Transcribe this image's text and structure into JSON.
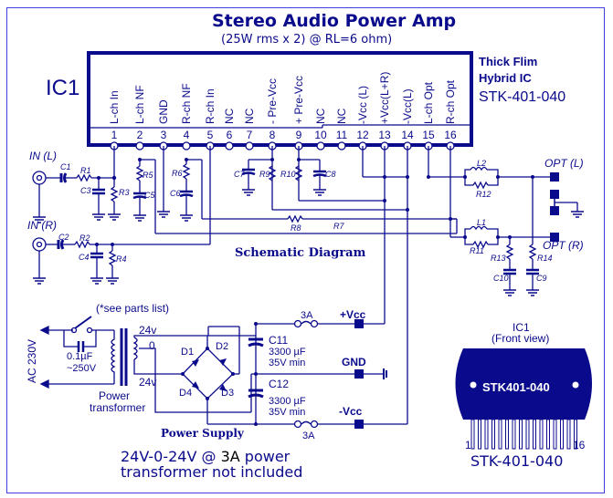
{
  "header": {
    "title": "Stereo Audio Power Amp",
    "subtitle": "(25W rms x 2) @ RL=6 ohm)"
  },
  "ic": {
    "label": "IC1",
    "description_line1": "Thick Flim",
    "description_line2": "Hybrid IC",
    "part_number": "STK-401-040",
    "pins": [
      {
        "num": "1",
        "name": "L-ch In"
      },
      {
        "num": "2",
        "name": "L-ch NF"
      },
      {
        "num": "3",
        "name": "GND"
      },
      {
        "num": "4",
        "name": "R-ch NF"
      },
      {
        "num": "5",
        "name": "R-ch In"
      },
      {
        "num": "6",
        "name": "NC"
      },
      {
        "num": "7",
        "name": "NC"
      },
      {
        "num": "8",
        "name": "- Pre-Vcc"
      },
      {
        "num": "9",
        "name": "+ Pre-Vcc"
      },
      {
        "num": "10",
        "name": "NC"
      },
      {
        "num": "11",
        "name": "NC"
      },
      {
        "num": "12",
        "name": "-Vcc (L)"
      },
      {
        "num": "13",
        "name": "+Vcc(L+R)"
      },
      {
        "num": "14",
        "name": "-Vcc(L)"
      },
      {
        "num": "15",
        "name": "L-ch Opt"
      },
      {
        "num": "16",
        "name": "R-ch Opt"
      }
    ]
  },
  "schematic": {
    "label": "Schematic Diagram",
    "inputs": {
      "left": "IN (L)",
      "right": "IN (R)"
    },
    "outputs": {
      "left": "OPT (L)",
      "right": "OPT (R)"
    },
    "components": {
      "C1": "C1",
      "C2": "C2",
      "C3": "C3",
      "C4": "C4",
      "C5": "C5",
      "C6": "C6",
      "C7": "C7",
      "C8": "C8",
      "C9": "C9",
      "C10": "C10",
      "R1": "R1",
      "R2": "R2",
      "R3": "R3",
      "R4": "R4",
      "R5": "R5",
      "R6": "R6",
      "R7": "R7",
      "R8": "R8",
      "R9": "R9",
      "R10": "R10",
      "R11": "R11",
      "R12": "R12",
      "R13": "R13",
      "R14": "R14",
      "L1": "L1",
      "L2": "L2"
    }
  },
  "power_supply": {
    "label": "Power Supply",
    "parts_note": "(*see parts list)",
    "ac_input": "AC 230V",
    "switch_cap": "0.1µF",
    "switch_cap_voltage": "~250V",
    "transformer_label_1": "Power",
    "transformer_label_2": "transformer",
    "tap_top": "24v",
    "tap_center": "0",
    "tap_bottom": "24v",
    "diodes": [
      "D1",
      "D2",
      "D3",
      "D4"
    ],
    "c11_name": "C11",
    "c11_value": "3300 µF",
    "c11_rating": "35V min",
    "c12_name": "C12",
    "c12_value": "3300 µF",
    "c12_rating": "35V min",
    "fuse_top": "3A",
    "fuse_bottom": "3A",
    "rail_pos": "+Vcc",
    "rail_gnd": "GND",
    "rail_neg": "-Vcc"
  },
  "note": {
    "line1_a": "24V-0-24V @ ",
    "line1_b": "3A",
    "line1_c": " power",
    "line2": "transformer not included"
  },
  "package": {
    "title": "IC1",
    "view": "(Front view)",
    "chip_text": "STK401-040",
    "pin_first": "1",
    "pin_last": "16",
    "name": "STK-401-040"
  },
  "colors": {
    "ink": "#0a0a8c",
    "frame": "#4040e0",
    "background": "#ffffff"
  }
}
